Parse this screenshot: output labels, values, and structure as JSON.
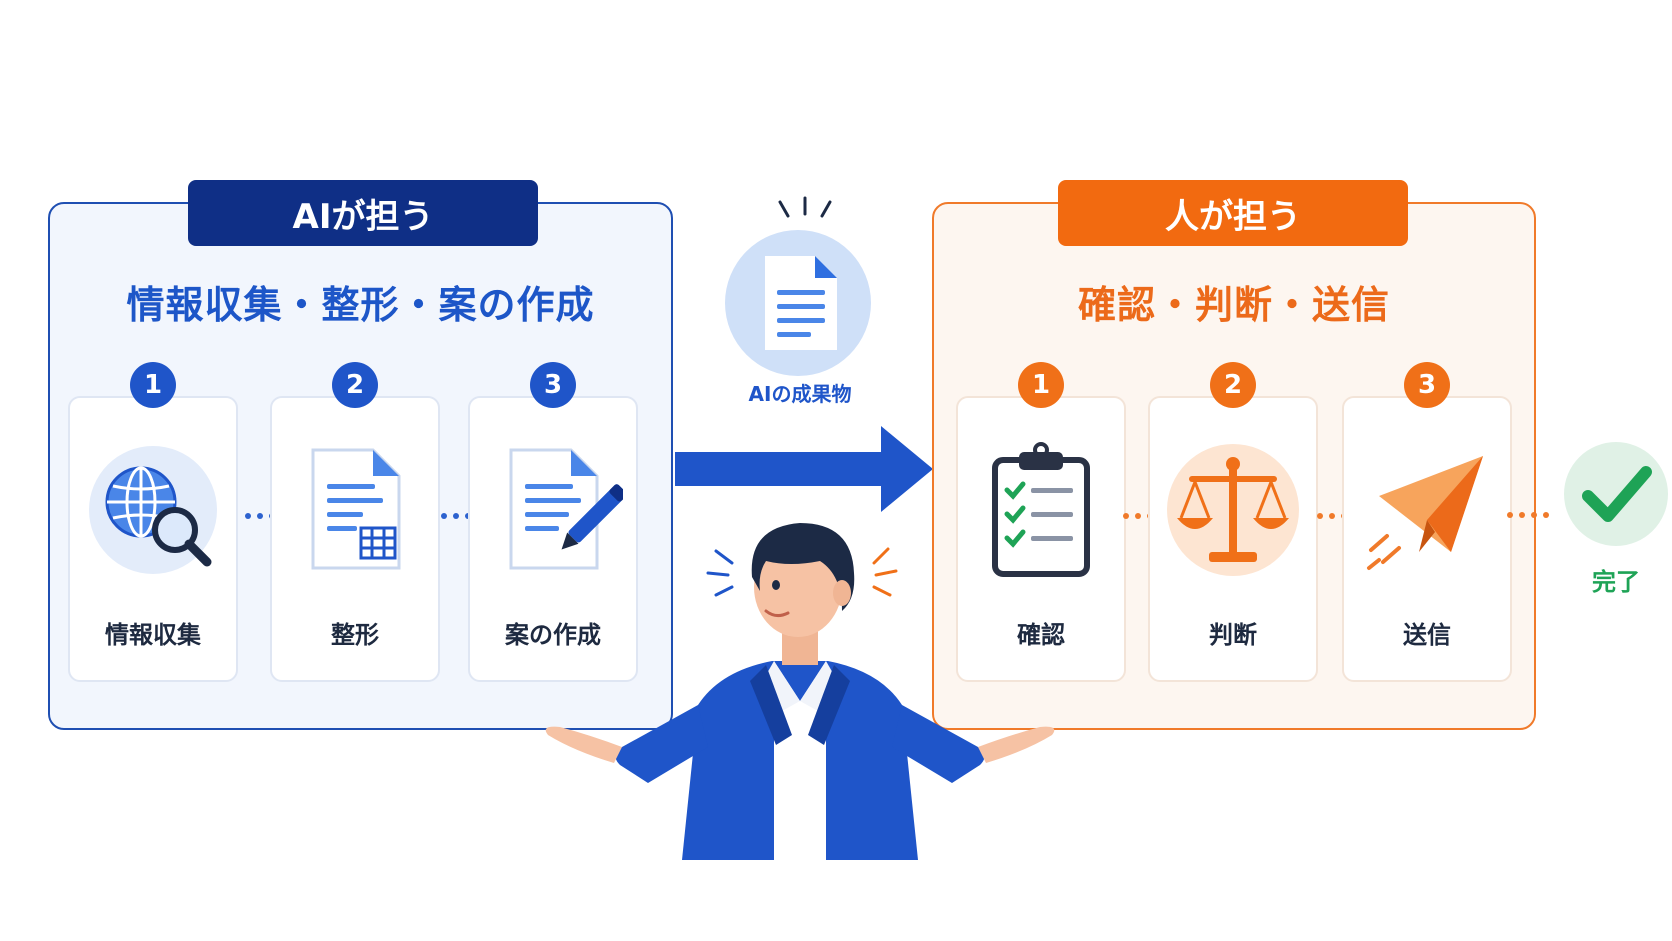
{
  "ai_panel": {
    "tab_label": "AIが担う",
    "subtitle": "情報収集・整形・案の作成",
    "steps": [
      {
        "number": "1",
        "label": "情報収集",
        "icon": "globe-search-icon"
      },
      {
        "number": "2",
        "label": "整形",
        "icon": "document-table-icon"
      },
      {
        "number": "3",
        "label": "案の作成",
        "icon": "document-pen-icon"
      }
    ]
  },
  "deliverable": {
    "label": "AIの成果物",
    "icon": "document-icon"
  },
  "human_panel": {
    "tab_label": "人が担う",
    "subtitle": "確認・判断・送信",
    "steps": [
      {
        "number": "1",
        "label": "確認",
        "icon": "checklist-clipboard-icon"
      },
      {
        "number": "2",
        "label": "判断",
        "icon": "scales-icon"
      },
      {
        "number": "3",
        "label": "送信",
        "icon": "paper-plane-icon"
      }
    ]
  },
  "completion": {
    "label": "完了",
    "icon": "checkmark-icon"
  },
  "colors": {
    "ai_navy": "#0f2f86",
    "ai_blue": "#1f55c9",
    "human_orange": "#f26a10",
    "done_green": "#1ea356"
  }
}
